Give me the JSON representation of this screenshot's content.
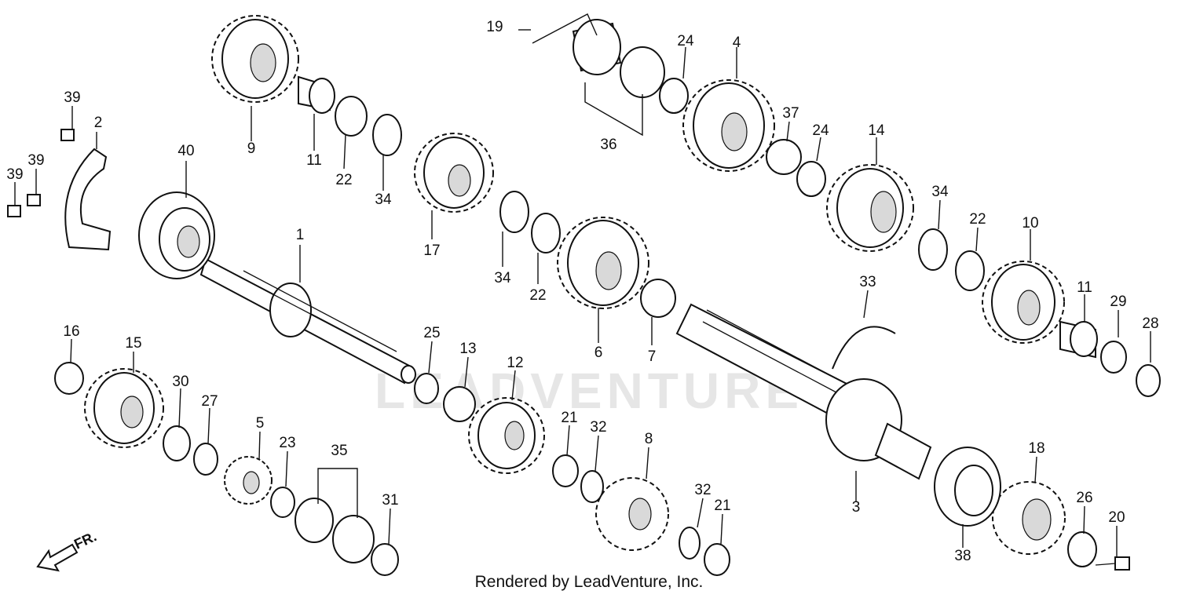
{
  "diagram": {
    "watermark": "LEADVENTURE",
    "credit": "Rendered by LeadVenture, Inc.",
    "direction_label": "FR.",
    "callouts": [
      "1",
      "2",
      "3",
      "4",
      "5",
      "6",
      "7",
      "8",
      "9",
      "10",
      "11",
      "12",
      "13",
      "14",
      "15",
      "16",
      "17",
      "18",
      "19",
      "20",
      "21",
      "22",
      "23",
      "24",
      "25",
      "26",
      "27",
      "28",
      "29",
      "30",
      "31",
      "32",
      "33",
      "34",
      "35",
      "36",
      "37",
      "38",
      "39",
      "40"
    ],
    "extra_callouts": {
      "n11b": "11",
      "n21b": "21",
      "n22b": "22",
      "n24b": "24",
      "n32b": "32",
      "n34b": "34",
      "n34c": "34",
      "n39b": "39",
      "n39c": "39"
    }
  }
}
